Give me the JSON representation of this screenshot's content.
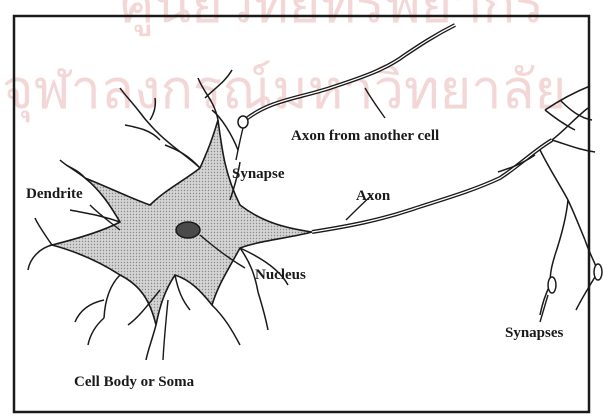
{
  "diagram": {
    "labels": {
      "axon_from_another_cell": "Axon from another cell",
      "synapse": "Synapse",
      "dendrite": "Dendrite",
      "axon": "Axon",
      "nucleus": "Nucleus",
      "synapses": "Synapses",
      "cell_body": "Cell Body or Soma"
    }
  },
  "watermark": {
    "line1": "ศูนย์วิทยทรัพยากร",
    "line2": "จุฬาลงกรณ์มหาวิทยาลัย"
  },
  "colors": {
    "ink": "#1a1a1a",
    "soma_fill": "#c9c9c9",
    "watermark": "#f3d6d6"
  }
}
